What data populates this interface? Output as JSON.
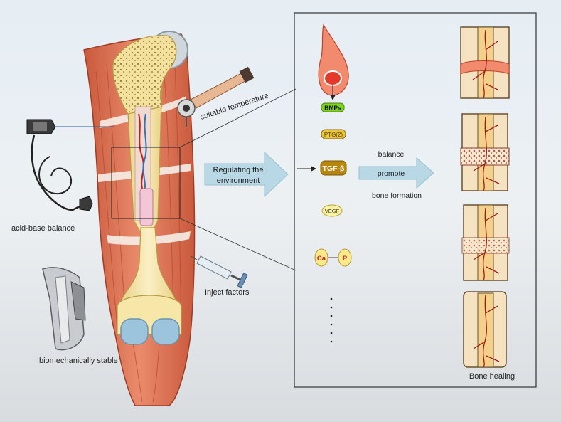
{
  "labels": {
    "suitable_temperature": "suitable temperature",
    "acid_base_balance": "acid-base balance",
    "biomechanically_stable": "biomechanically stable",
    "inject_factors": "Inject factors",
    "regulating_line1": "Regulating the",
    "regulating_line2": "environment",
    "balance": "balance",
    "promote": "promote",
    "bone_formation": "bone formation",
    "bone_healing": "Bone healing"
  },
  "factors": {
    "bmps": "BMPs",
    "ptgs": "PTG(2)",
    "tgf_b": "TGF-β",
    "vegf": "VEGF",
    "ca": "Ca",
    "p": "P"
  },
  "colors": {
    "muscle": "#e07a5f",
    "muscle_dark": "#b8452c",
    "bone": "#f6e6a8",
    "cartilage": "#9cc4dd",
    "arrow_fill": "#b8d8e6",
    "bmps_fill": "#7ed321",
    "factor_fill": "#e8c640",
    "tgf_fill": "#b8860b",
    "ca_p_fill": "#fbe98a",
    "panel_border": "#333333"
  }
}
